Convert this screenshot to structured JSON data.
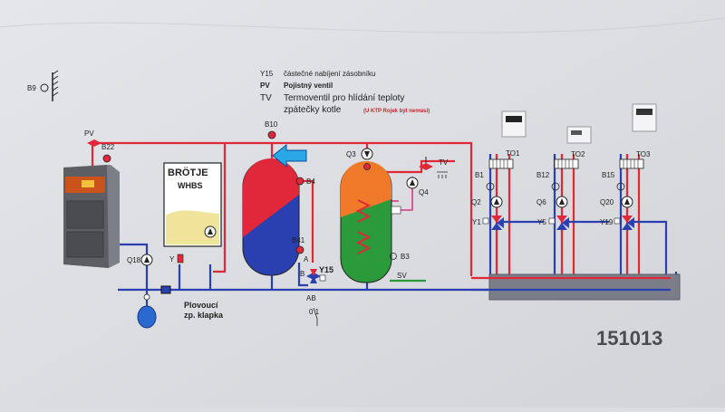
{
  "colors": {
    "paper": "#eef0f3",
    "supply_red": "#e0283a",
    "return_blue": "#2a3fb0",
    "green": "#2a9a3a",
    "pink": "#d23a8a",
    "arrow_cyan": "#2aa8e6",
    "note_red": "#d2232a"
  },
  "legend": {
    "y15_code": "Y15",
    "y15_text": "částečné nabíjení zásobníku",
    "pv_code": "PV",
    "pv_text": "Pojistný ventil",
    "tv_code": "TV",
    "tv_text_1": "Termoventil pro hlídání teploty",
    "tv_text_2": "zpátečky kotle",
    "tv_note": "(U KTP Rojek být nemusí)"
  },
  "labels": {
    "b9": "B9",
    "pv": "PV",
    "b22": "B22",
    "q18": "Q18",
    "brotje": "BRÖTJE",
    "whbs": "WHBS",
    "y": "Y",
    "b10": "B10",
    "b4": "B4",
    "b41": "B41",
    "a": "A",
    "b": "B",
    "y15": "Y15",
    "ab": "AB",
    "switch": "0 1",
    "q3": "Q3",
    "q4": "Q4",
    "tv": "TV",
    "b3": "B3",
    "sv": "SV",
    "plovouci_1": "Plovoucí",
    "plovouci_2": "zp. klapka",
    "to1": "TO1",
    "to2": "TO2",
    "to3": "TO3",
    "b1": "B1",
    "b12": "B12",
    "b15": "B15",
    "q2": "Q2",
    "q6": "Q6",
    "q20": "Q20",
    "y1": "Y1",
    "y5": "Y5",
    "y19": "Y19",
    "code": "151013"
  }
}
